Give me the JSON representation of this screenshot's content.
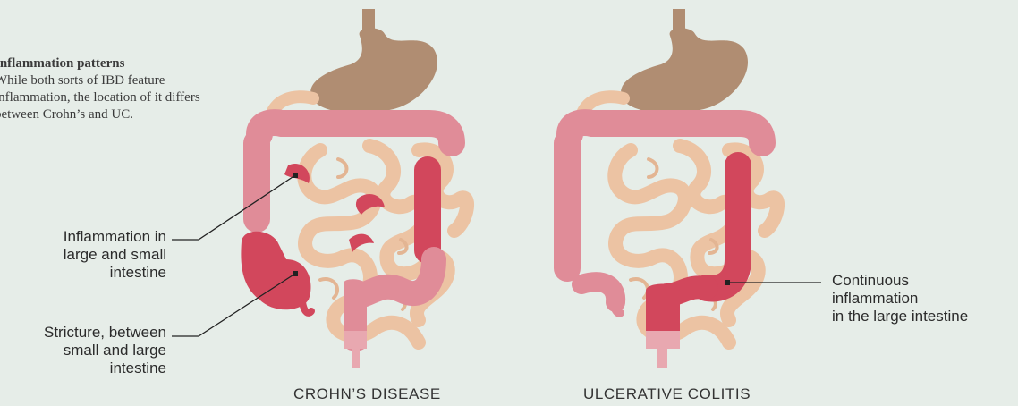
{
  "intro": {
    "title": "Inflammation patterns",
    "body": "While both sorts of IBD feature inflammation, the location of it differs between Crohn’s and UC."
  },
  "callouts": {
    "inflammation_both": [
      "Inflammation in",
      "large and small",
      "intestine"
    ],
    "stricture": [
      "Stricture, between",
      "small and large",
      "intestine"
    ],
    "continuous": [
      "Continuous",
      "inflammation",
      "in the large intestine"
    ]
  },
  "captions": {
    "crohns": "CROHN’S DISEASE",
    "uc": "ULCERATIVE COLITIS"
  },
  "colors": {
    "background": "#e6ede8",
    "stomach": "#b08d72",
    "small_intestine": "#ecc3a3",
    "colon_healthy": "#e08c98",
    "colon_inflamed": "#d2475c",
    "rectum_light": "#e8a8b0",
    "leader_line": "#222222"
  }
}
